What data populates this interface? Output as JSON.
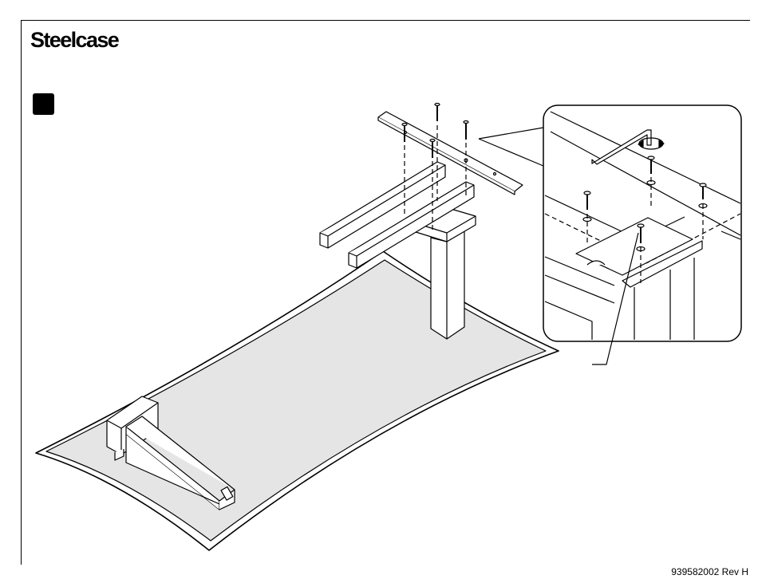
{
  "header": {
    "brand": "Steelcase"
  },
  "footer": {
    "doc_number": "939582002 Rev H"
  },
  "icons": {
    "step_marker": "filled-square-step-marker",
    "rotation": "clockwise-rotation-arrow-icon"
  }
}
